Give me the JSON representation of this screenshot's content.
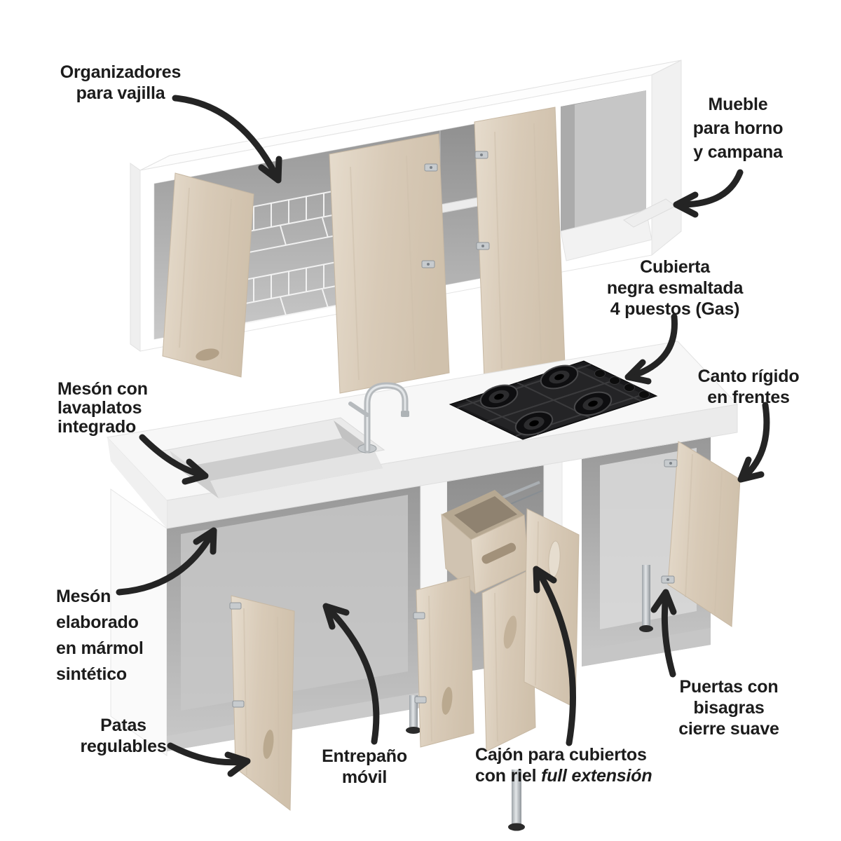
{
  "page": {
    "background": "#ffffff",
    "type": "product-feature-diagram",
    "subject": "kitchen cabinet set with sink and gas cooktop"
  },
  "palette": {
    "label_text": "#1c1c1c",
    "arrow": "#242424",
    "wood": "#daccba",
    "wood_edge": "#c7b8a3",
    "carcass_white": "#ffffff",
    "interior_gray": "#a6a6a6",
    "countertop": "#f7f7f7",
    "cooktop_black": "#1a1a1c",
    "chrome": "#b9bdc1",
    "sink_gray": "#d6d6d6"
  },
  "labels": [
    {
      "id": "organizadores",
      "lines": [
        "Organizadores",
        "para vajilla"
      ]
    },
    {
      "id": "mueble-horno",
      "lines": [
        "Mueble",
        "para horno",
        "y campana"
      ]
    },
    {
      "id": "cubierta",
      "lines": [
        "Cubierta",
        "negra esmaltada",
        "4 puestos (Gas)"
      ]
    },
    {
      "id": "canto-rigido",
      "lines": [
        "Canto rígido",
        "en frentes"
      ]
    },
    {
      "id": "meson-lavaplatos",
      "lines": [
        "Mesón con",
        "lavaplatos",
        "integrado"
      ]
    },
    {
      "id": "meson-marmol",
      "lines": [
        "Mesón",
        "elaborado",
        "en mármol",
        "sintético"
      ]
    },
    {
      "id": "patas",
      "lines": [
        "Patas",
        "regulables"
      ]
    },
    {
      "id": "entrepano",
      "lines": [
        "Entrepaño",
        "móvil"
      ]
    },
    {
      "id": "cajon",
      "lines": [
        "Cajón para cubiertos"
      ],
      "line2_parts": [
        "con riel ",
        "full extensión"
      ]
    },
    {
      "id": "puertas",
      "lines": [
        "Puertas con",
        "bisagras",
        "cierre suave"
      ]
    }
  ]
}
